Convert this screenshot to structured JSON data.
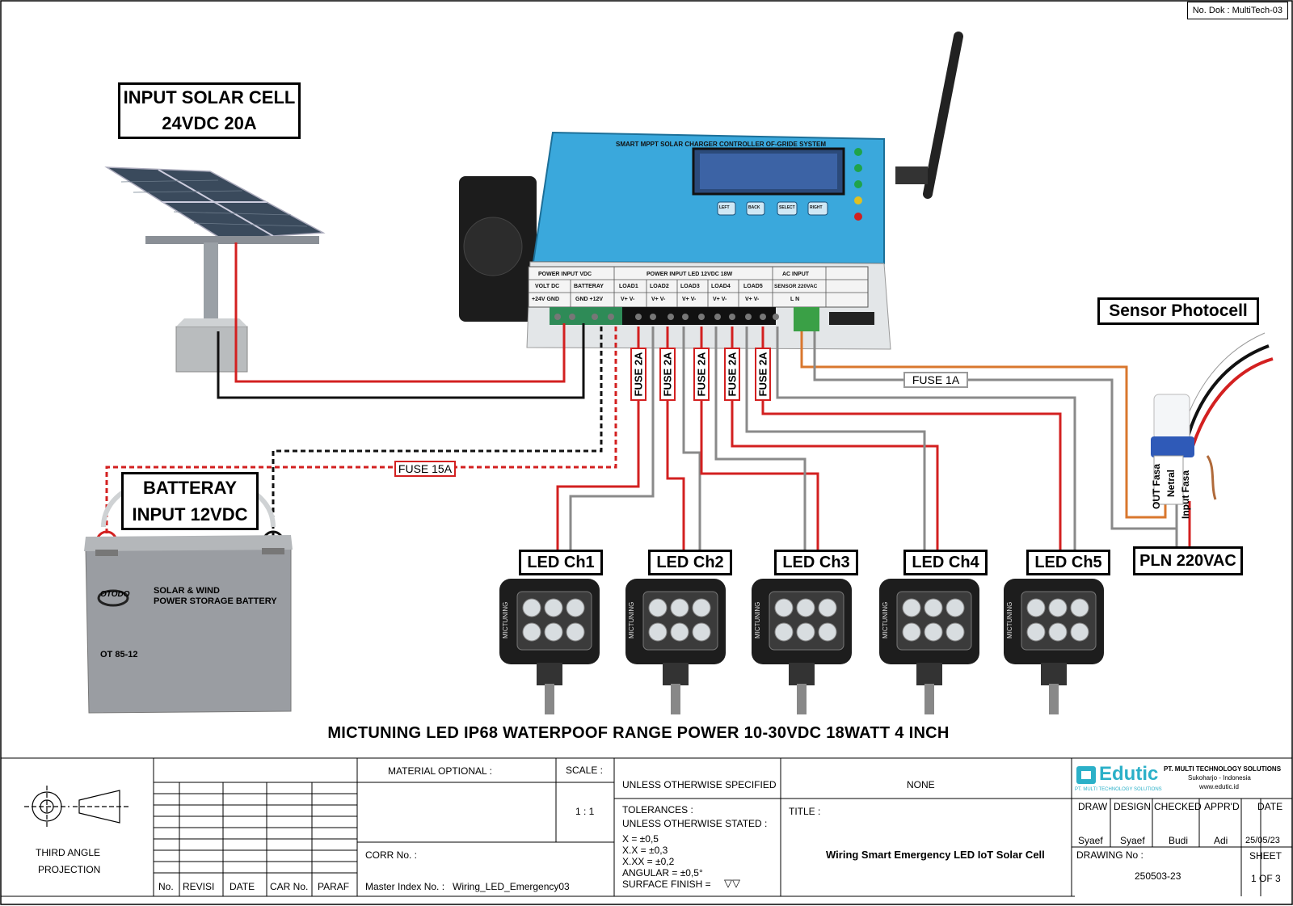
{
  "doc_number": "No. Dok : MultiTech-03",
  "solar": {
    "line1": "INPUT SOLAR CELL",
    "line2": "24VDC 20A"
  },
  "battery": {
    "line1": "BATTERAY",
    "line2": "INPUT 12VDC",
    "brand": "OTODO",
    "title1": "SOLAR & WIND",
    "title2": "POWER STORAGE BATTERY",
    "model": "OT 85-12"
  },
  "sensor": {
    "title": "Sensor Photocell",
    "wire_out": "OUT Fasa",
    "wire_neutral": "Netral",
    "wire_input": "Input Fasa"
  },
  "pln": {
    "label": "PLN  220VAC"
  },
  "controller": {
    "title": "SMART MPPT SOLAR CHARGER CONTROLLER OF-GRIDE SYSTEM",
    "buttons": [
      "LEFT",
      "BACK",
      "SELECT",
      "RIGHT"
    ],
    "header_power": "POWER INPUT VDC",
    "header_led": "POWER INPUT LED 12VDC 18W",
    "header_ac": "AC INPUT",
    "sub_volt": "VOLT DC",
    "sub_batt": "BATTERAY",
    "loads": [
      "LOAD1",
      "LOAD2",
      "LOAD3",
      "LOAD4",
      "LOAD5"
    ],
    "sensor_label": "SENSOR 220VAC",
    "term_volt": "+24V  GND",
    "term_batt": "GND  +12V",
    "term_load": "V+  V-",
    "term_ac": "L  N"
  },
  "fuses": {
    "main": "FUSE 15A",
    "ac": "FUSE 1A",
    "channel": "FUSE 2A"
  },
  "leds": [
    "LED Ch1",
    "LED Ch2",
    "LED Ch3",
    "LED Ch4",
    "LED Ch5"
  ],
  "led_brand": "MICTUNING",
  "caption": "MICTUNING LED IP68 WATERPOOF RANGE POWER 10-30VDC 18WATT  4 INCH",
  "title_block": {
    "projection1": "THIRD ANGLE",
    "projection2": "PROJECTION",
    "rev_headers": [
      "No.",
      "REVISI",
      "DATE",
      "CAR No.",
      "PARAF"
    ],
    "material": "MATERIAL OPTIONAL :",
    "scale_label": "SCALE :",
    "scale_value": "1 : 1",
    "corr": "CORR No. :",
    "master_label": "Master Index No. :",
    "master_value": "Wiring_LED_Emergency03",
    "unless": "UNLESS OTHERWISE SPECIFIED",
    "none": "NONE",
    "tolerances": "TOLERANCES :",
    "unless_stated": "UNLESS OTHERWISE STATED :",
    "tol1": "X =  ±0,5",
    "tol2": "X.X =  ±0,3",
    "tol3": "X.XX =  ±0,2",
    "tol4": "ANGULAR =  ±0,5°",
    "tol5": "SURFACE FINISH =",
    "title_label": "TITLE :",
    "title_value": "Wiring Smart Emergency LED IoT Solar Cell",
    "company_logo": "Edutic",
    "company_logo_sub": "PT. MULTI TECHNOLOGY SOLUTIONS",
    "company": "PT. MULTI TECHNOLOGY SOLUTIONS",
    "city": "Sukoharjo - Indonesia",
    "web": "www.edutic.id",
    "sign_headers": [
      "DRAW",
      "DESIGN",
      "CHECKED",
      "APPR'D",
      "DATE"
    ],
    "sign_values": [
      "Syaef",
      "Syaef",
      "Budi",
      "Adi",
      "25/05/23"
    ],
    "drawing_no_label": "DRAWING No :",
    "drawing_no": "250503-23",
    "sheet_label": "SHEET",
    "sheet_value": "1 OF 3"
  },
  "colors": {
    "positive": "#d32020",
    "negative": "#111111",
    "neutral": "#8a8a8a",
    "phase": "#d9772e",
    "controller": "#3aa8dc"
  }
}
